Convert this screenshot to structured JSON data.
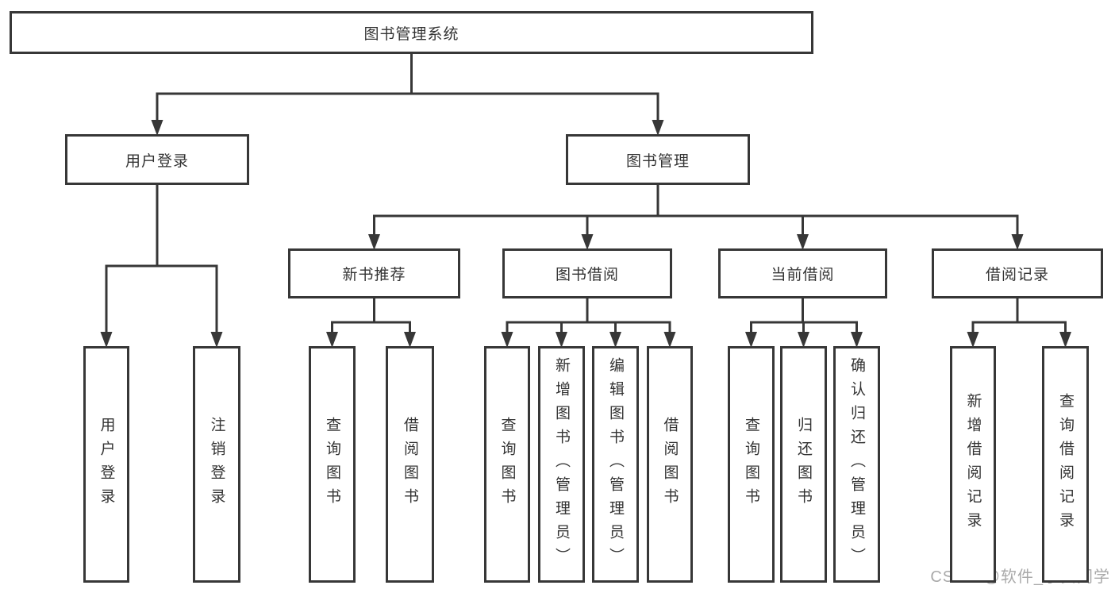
{
  "diagram_title": "图书管理系统",
  "nodes": [
    {
      "id": "system",
      "label": "图书管理系统",
      "children": [
        "user-login",
        "book-mgmt"
      ]
    },
    {
      "id": "user-login",
      "label": "用户登录",
      "children": [
        "login",
        "logout"
      ]
    },
    {
      "id": "book-mgmt",
      "label": "图书管理",
      "children": [
        "new-book-rec",
        "book-borrow",
        "current-borrow",
        "borrow-records"
      ]
    },
    {
      "id": "new-book-rec",
      "label": "新书推荐",
      "children": [
        "rec-query-book",
        "rec-borrow-book"
      ]
    },
    {
      "id": "book-borrow",
      "label": "图书借阅",
      "children": [
        "bb-query-book",
        "bb-add-book",
        "bb-edit-book",
        "bb-borrow-book"
      ]
    },
    {
      "id": "current-borrow",
      "label": "当前借阅",
      "children": [
        "cb-query-book",
        "cb-return-book",
        "cb-confirm-return"
      ]
    },
    {
      "id": "borrow-records",
      "label": "借阅记录",
      "children": [
        "br-add-record",
        "br-query-record"
      ]
    },
    {
      "id": "login",
      "label": "用户登录",
      "vertical": true
    },
    {
      "id": "logout",
      "label": "注销登录",
      "vertical": true
    },
    {
      "id": "rec-query-book",
      "label": "查询图书",
      "vertical": true
    },
    {
      "id": "rec-borrow-book",
      "label": "借阅图书",
      "vertical": true
    },
    {
      "id": "bb-query-book",
      "label": "查询图书",
      "vertical": true
    },
    {
      "id": "bb-add-book",
      "label": "新增图书（管理员）",
      "vertical": true
    },
    {
      "id": "bb-edit-book",
      "label": "编辑图书（管理员）",
      "vertical": true
    },
    {
      "id": "bb-borrow-book",
      "label": "借阅图书",
      "vertical": true
    },
    {
      "id": "cb-query-book",
      "label": "查询图书",
      "vertical": true
    },
    {
      "id": "cb-return-book",
      "label": "归还图书",
      "vertical": true
    },
    {
      "id": "cb-confirm-return",
      "label": "确认归还（管理员）",
      "vertical": true
    },
    {
      "id": "br-add-record",
      "label": "新增借阅记录",
      "vertical": true
    },
    {
      "id": "br-query-record",
      "label": "查询借阅记录",
      "vertical": true
    }
  ],
  "watermark": "CSDN @软件_小贺同学",
  "colors": {
    "line": "#373737",
    "text": "#333333",
    "watermark": "#a9a9a9",
    "background": "#ffffff"
  }
}
